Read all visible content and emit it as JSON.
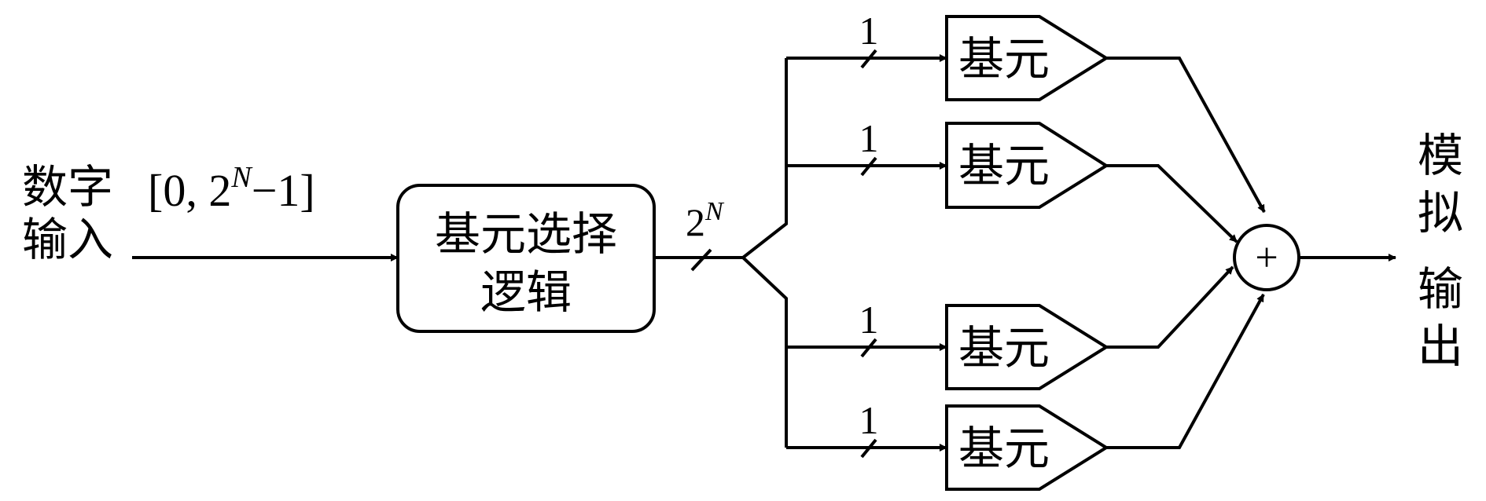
{
  "input_label": {
    "line1": "数字",
    "line2": "输入"
  },
  "input_range": {
    "prefix": "[0, 2",
    "exponent": "N",
    "suffix": "−1]"
  },
  "selection_block": {
    "line1": "基元选择",
    "line2": "逻辑"
  },
  "bus_width": {
    "base": "2",
    "exponent": "N"
  },
  "elements": [
    {
      "label": "基元",
      "bus_width": "1"
    },
    {
      "label": "基元",
      "bus_width": "1"
    },
    {
      "label": "基元",
      "bus_width": "1"
    },
    {
      "label": "基元",
      "bus_width": "1"
    }
  ],
  "adder": {
    "symbol": "+"
  },
  "output_label": [
    "模",
    "拟",
    "输",
    "出"
  ]
}
